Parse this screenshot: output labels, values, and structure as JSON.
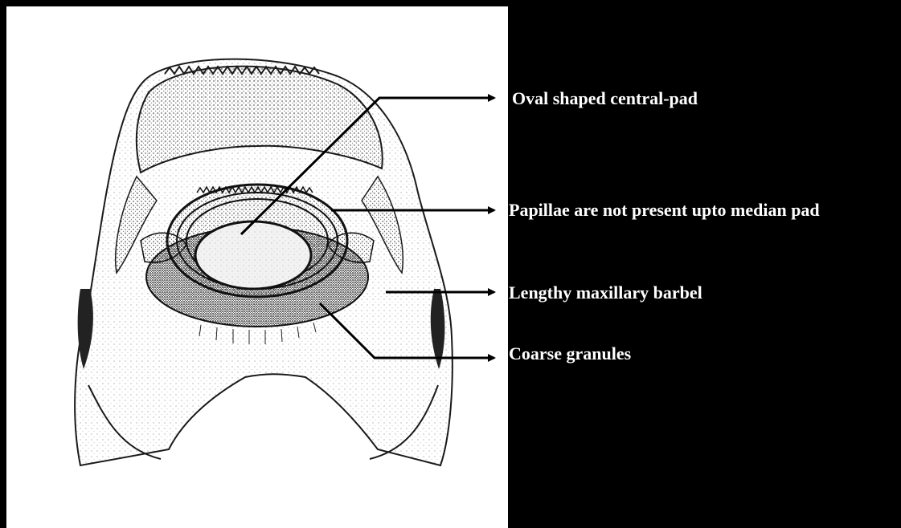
{
  "labels": {
    "central_pad": "Oval shaped central-pad",
    "papillae": "Papillae are not present upto median pad",
    "barbel": "Lengthy maxillary barbel",
    "granules": "Coarse granules"
  },
  "colors": {
    "background": "#000000",
    "panel": "#ffffff",
    "ink": "#1a1a1a",
    "label_text": "#ffffff",
    "arrow": "#000000"
  }
}
